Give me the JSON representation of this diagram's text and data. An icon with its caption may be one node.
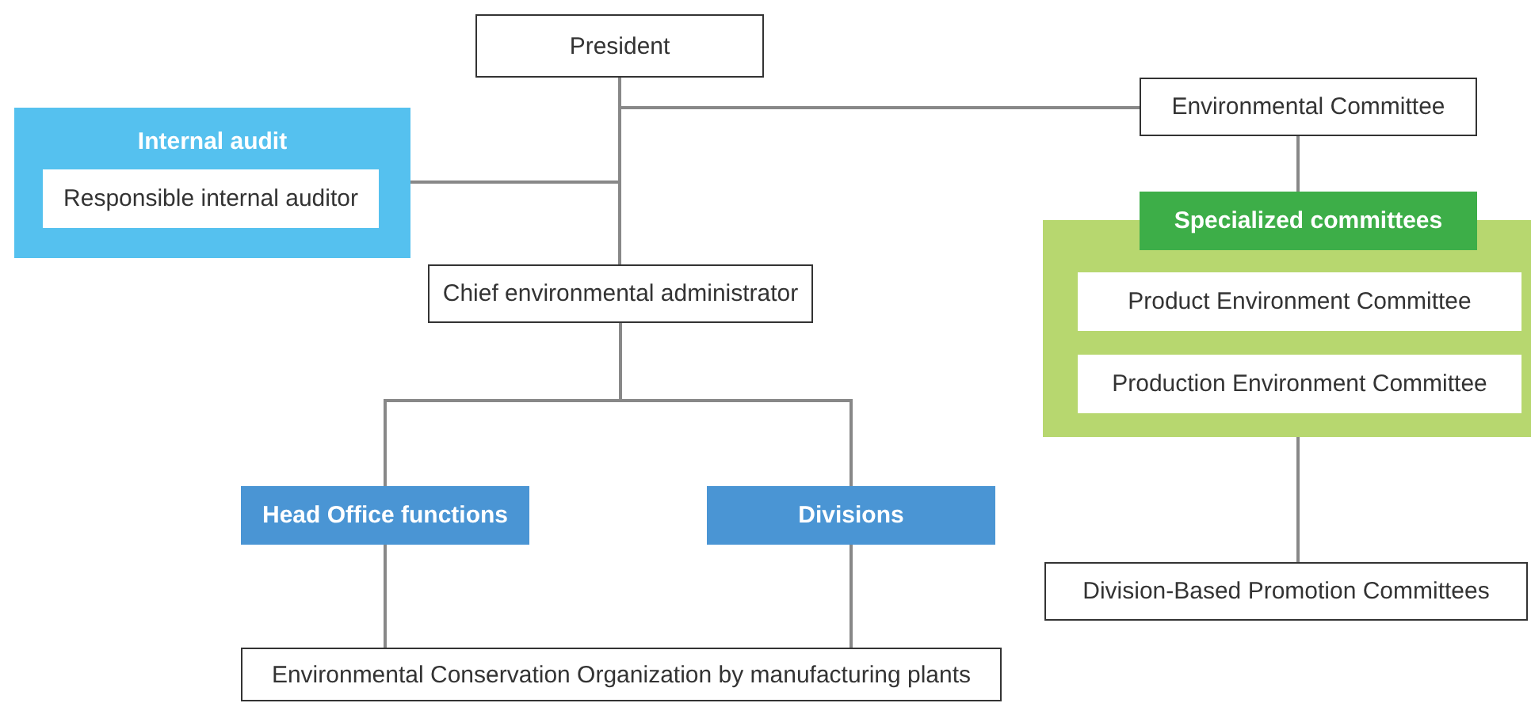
{
  "diagram": {
    "nodes": [
      {
        "text": [
          "President"
        ]
      },
      {
        "text": [
          "Internal audit"
        ]
      },
      {
        "text": [
          "Responsible internal auditor"
        ],
        "in": 1
      },
      {
        "text": [
          "Environmental Committee"
        ]
      },
      {
        "text": [
          "Specialized committees"
        ]
      },
      {
        "text": [
          "Product Environment Committee"
        ],
        "in": 4
      },
      {
        "text": [
          "Production Environment Committee"
        ],
        "in": 4
      },
      {
        "text": [
          "Chief environmental administrator"
        ]
      },
      {
        "text": [
          "Head Office functions"
        ]
      },
      {
        "text": [
          "Divisions"
        ]
      },
      {
        "text": [
          "Division-Based Promotion Committees"
        ]
      },
      {
        "text": [
          "Environmental Conservation Organization by manufacturing plants"
        ]
      }
    ],
    "edges": [
      {
        "from": 0,
        "to": 7,
        "arrow": "none"
      },
      {
        "from": 0,
        "to": 1,
        "arrow": "none"
      },
      {
        "from": 0,
        "to": 3,
        "arrow": "none"
      },
      {
        "from": 3,
        "to": 4,
        "arrow": "none"
      },
      {
        "from": 7,
        "to": 8,
        "arrow": "none"
      },
      {
        "from": 7,
        "to": 9,
        "arrow": "none"
      },
      {
        "from": 8,
        "to": 11,
        "arrow": "none"
      },
      {
        "from": 9,
        "to": 11,
        "arrow": "none"
      },
      {
        "from": 4,
        "to": 10,
        "arrow": "none"
      }
    ]
  }
}
